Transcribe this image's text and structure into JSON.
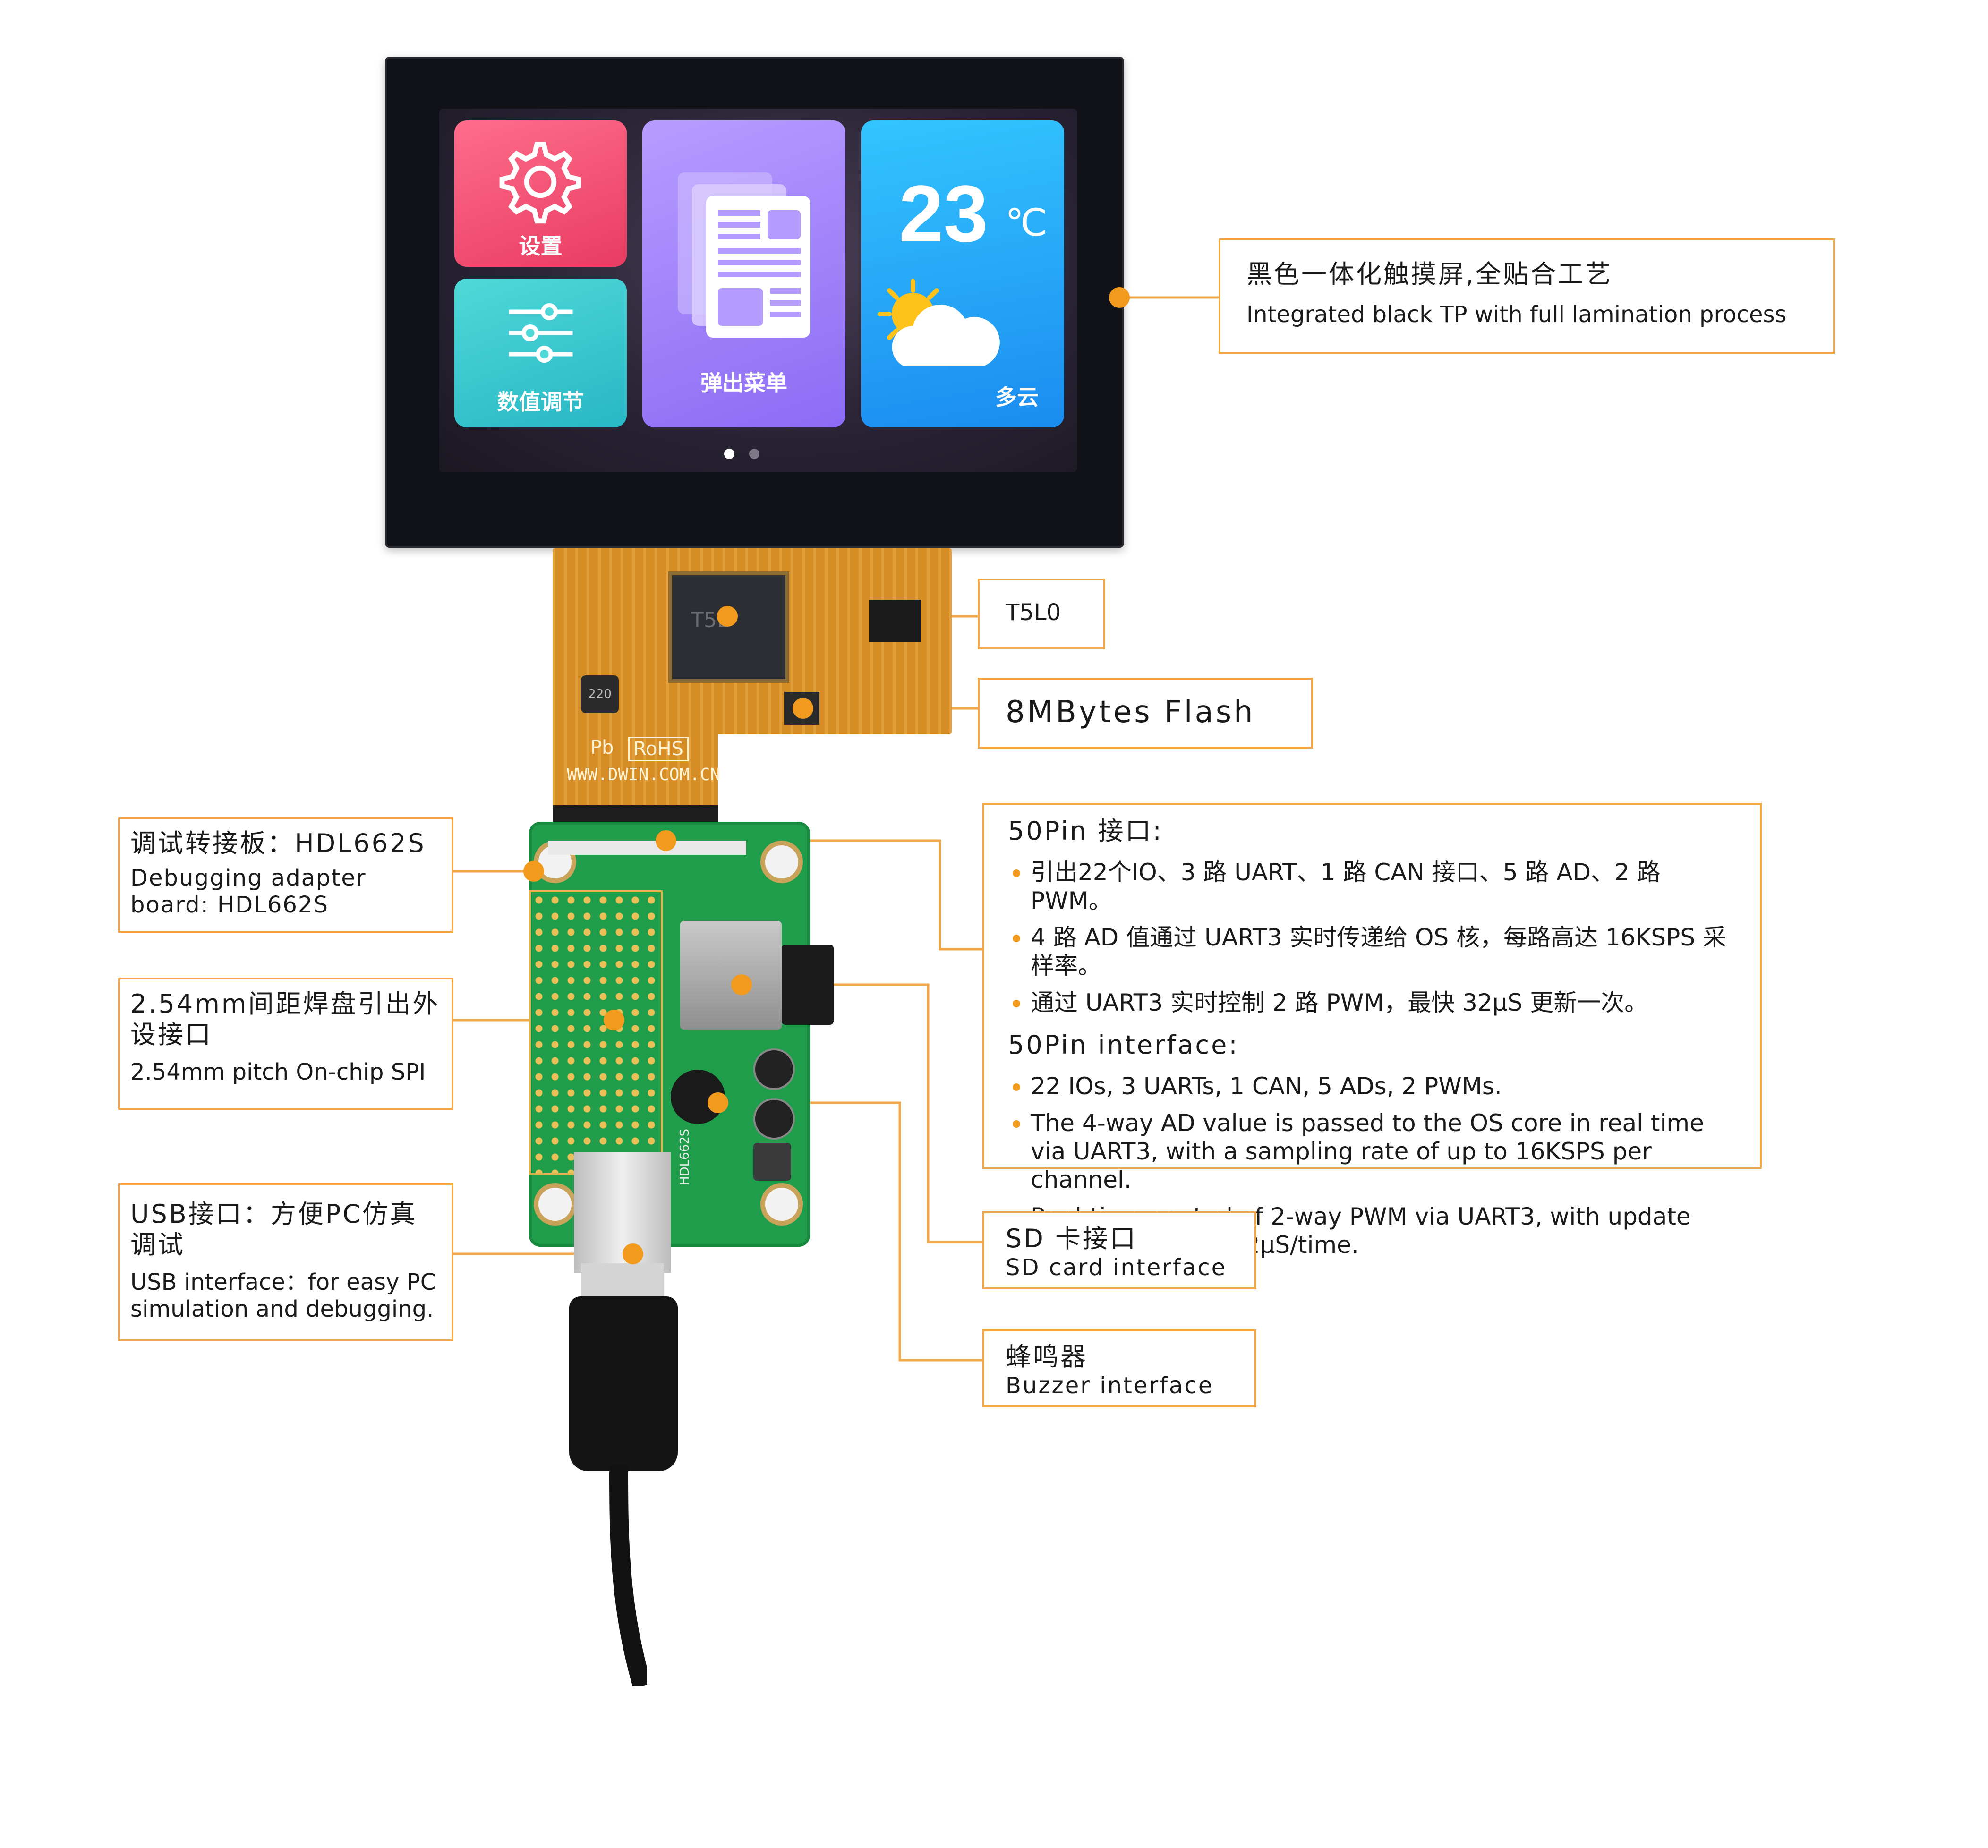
{
  "screen_ui": {
    "settings_label": "设置",
    "adjust_label": "数值调节",
    "popup_label": "弹出菜单",
    "temperature": "23",
    "temp_unit": "℃",
    "weather_label": "多云"
  },
  "board_marks": {
    "chip_text": "T5L",
    "rohs_text": "RoHS",
    "pb_text": "Pb",
    "url_text": "WWW.DWIN.COM.CN",
    "model_text": "HDL662S",
    "inductor_text": "220"
  },
  "callouts": {
    "touch_panel": {
      "cn": "黑色一体化触摸屏,全贴合工艺",
      "en": "Integrated black TP with full lamination process"
    },
    "chip": {
      "label": "T5L0"
    },
    "flash": {
      "label": "8MBytes Flash"
    },
    "pin50": {
      "cn_title": "50Pin 接口:",
      "cn_items": [
        "引出22个IO、3 路 UART、1 路 CAN 接口、5 路 AD、2 路 PWM。",
        "4 路 AD 值通过 UART3 实时传递给 OS 核，每路高达 16KSPS 采样率。",
        "通过 UART3 实时控制 2 路 PWM，最快 32μS 更新一次。"
      ],
      "en_title": "50Pin interface:",
      "en_items": [
        "22 IOs, 3 UARTs, 1 CAN, 5 ADs, 2 PWMs.",
        "The 4-way AD value is passed to the OS core in real time via UART3, with a sampling rate of up to 16KSPS per channel.",
        "Real-time control of 2-way PWM via UART3, with update speed as fast as 32μS/time."
      ]
    },
    "sd_card": {
      "cn": "SD 卡接口",
      "en": "SD card interface"
    },
    "buzzer": {
      "cn": "蜂鸣器",
      "en": "Buzzer interface"
    },
    "adapter": {
      "cn": "调试转接板：HDL662S",
      "en": "Debugging adapter board: HDL662S"
    },
    "pitch": {
      "cn": "2.54mm间距焊盘引出外设接口",
      "en": "2.54mm pitch On-chip SPI"
    },
    "usb": {
      "cn": "USB接口：方便PC仿真调试",
      "en": "USB interface：for easy PC simulation and debugging."
    }
  },
  "colors": {
    "accent": "#f29a1e",
    "border": "#f2a74a"
  }
}
